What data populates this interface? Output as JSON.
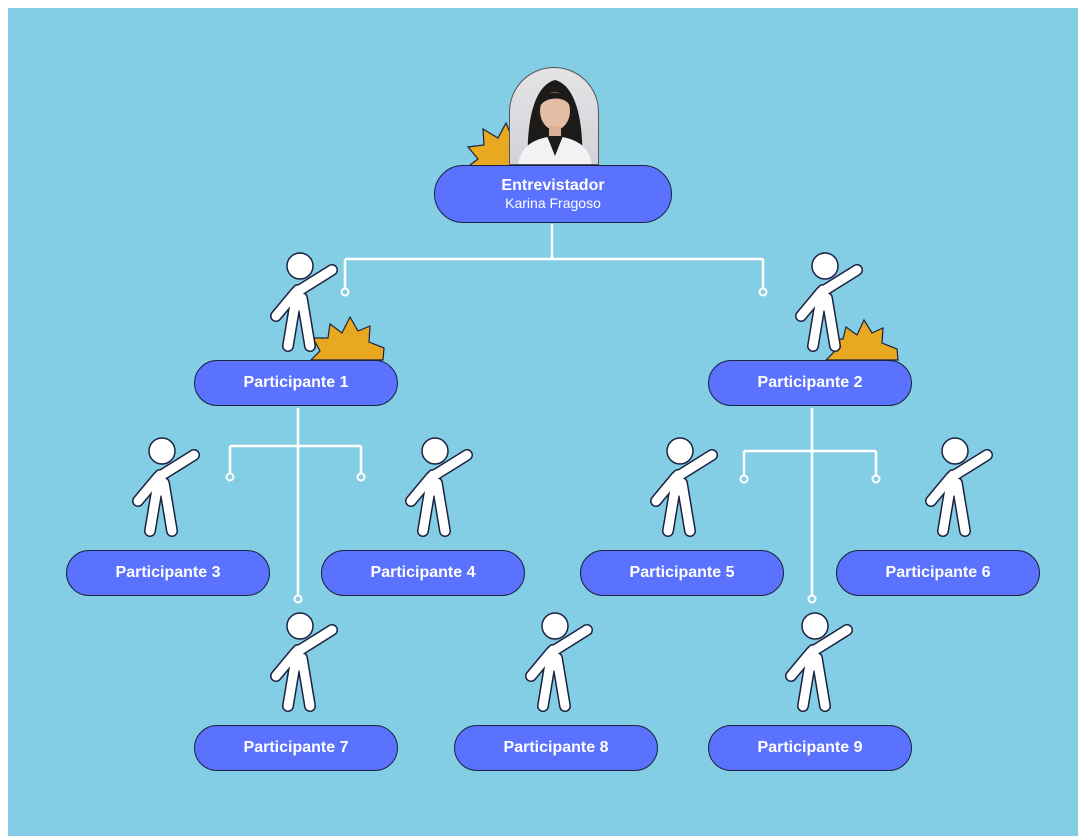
{
  "colors": {
    "background": "#83cde5",
    "node_fill": "#5b72ff",
    "node_stroke": "#1c2240",
    "starburst": "#e8a921",
    "connector": "#ffffff"
  },
  "root": {
    "title": "Entrevistador",
    "name": "Karina Fragoso",
    "photo_icon": "portrait-photo"
  },
  "participants": [
    {
      "label": "Participante 1"
    },
    {
      "label": "Participante 2"
    },
    {
      "label": "Participante 3"
    },
    {
      "label": "Participante 4"
    },
    {
      "label": "Participante 5"
    },
    {
      "label": "Participante 6"
    },
    {
      "label": "Participante 7"
    },
    {
      "label": "Participante 8"
    },
    {
      "label": "Participante 9"
    }
  ]
}
